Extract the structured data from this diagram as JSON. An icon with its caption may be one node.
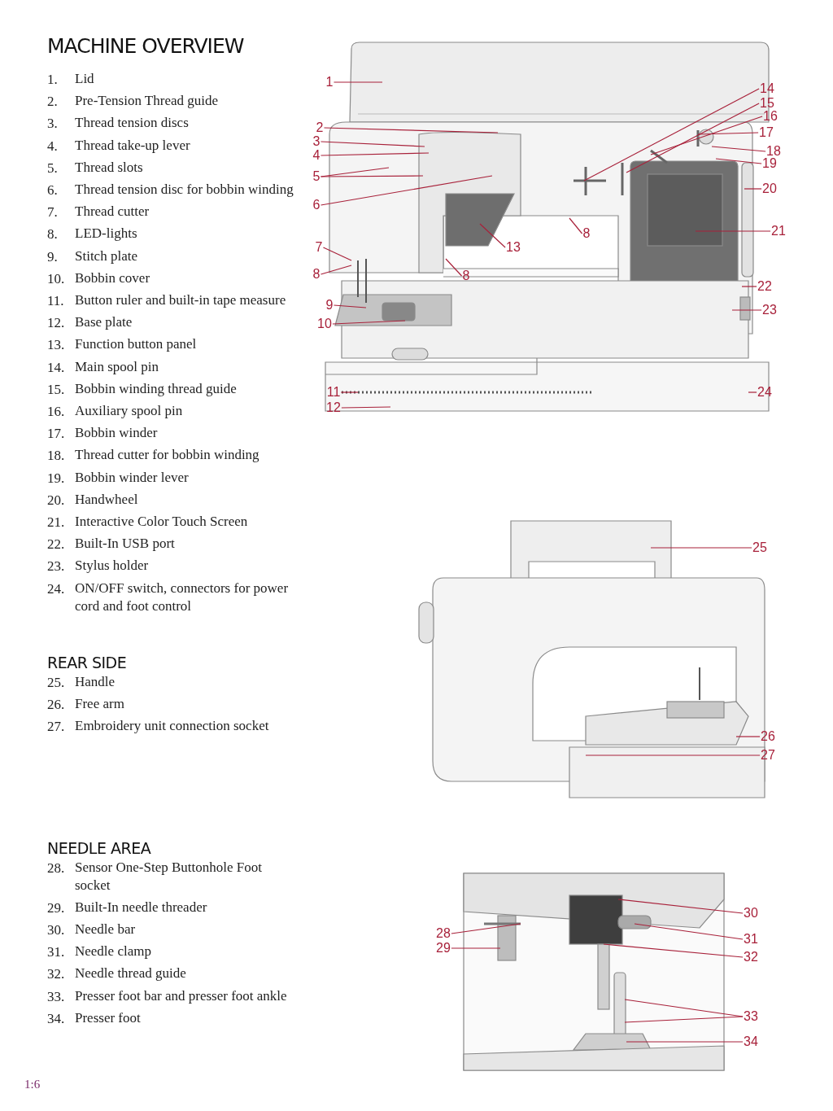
{
  "diagram": {
    "title": "MACHINE OVERVIEW",
    "nodes": [
      {
        "text": [
          "1"
        ]
      },
      {
        "text": [
          "2"
        ]
      },
      {
        "text": [
          "3"
        ]
      },
      {
        "text": [
          "4"
        ]
      },
      {
        "text": [
          "5"
        ]
      },
      {
        "text": [
          "6"
        ]
      },
      {
        "text": [
          "7"
        ]
      },
      {
        "text": [
          "8"
        ]
      },
      {
        "text": [
          "8"
        ]
      },
      {
        "text": [
          "8"
        ]
      },
      {
        "text": [
          "9"
        ]
      },
      {
        "text": [
          "10"
        ]
      },
      {
        "text": [
          "11"
        ]
      },
      {
        "text": [
          "12"
        ]
      },
      {
        "text": [
          "13"
        ]
      },
      {
        "text": [
          "14"
        ]
      },
      {
        "text": [
          "15"
        ]
      },
      {
        "text": [
          "16"
        ]
      },
      {
        "text": [
          "17"
        ]
      },
      {
        "text": [
          "18"
        ]
      },
      {
        "text": [
          "19"
        ]
      },
      {
        "text": [
          "20"
        ]
      },
      {
        "text": [
          "21"
        ]
      },
      {
        "text": [
          "22"
        ]
      },
      {
        "text": [
          "23"
        ]
      },
      {
        "text": [
          "24"
        ]
      },
      {
        "text": [
          "25"
        ]
      },
      {
        "text": [
          "26"
        ]
      },
      {
        "text": [
          "27"
        ]
      },
      {
        "text": [
          "28"
        ]
      },
      {
        "text": [
          "29"
        ]
      },
      {
        "text": [
          "30"
        ]
      },
      {
        "text": [
          "31"
        ]
      },
      {
        "text": [
          "32"
        ]
      },
      {
        "text": [
          "33"
        ]
      },
      {
        "text": [
          "34"
        ]
      }
    ],
    "edges": [
      {
        "from": 0,
        "to": null,
        "arrow": "none"
      },
      {
        "from": 1,
        "to": null,
        "arrow": "none"
      },
      {
        "from": 2,
        "to": null,
        "arrow": "none"
      },
      {
        "from": 3,
        "to": null,
        "arrow": "none"
      },
      {
        "from": 4,
        "to": null,
        "arrow": "none"
      },
      {
        "from": 4,
        "to": null,
        "arrow": "none"
      },
      {
        "from": 5,
        "to": null,
        "arrow": "none"
      },
      {
        "from": 6,
        "to": null,
        "arrow": "none"
      },
      {
        "from": 7,
        "to": null,
        "arrow": "none"
      },
      {
        "from": 8,
        "to": null,
        "arrow": "none"
      },
      {
        "from": 9,
        "to": null,
        "arrow": "none"
      },
      {
        "from": 10,
        "to": null,
        "arrow": "none"
      },
      {
        "from": 11,
        "to": null,
        "arrow": "none"
      },
      {
        "from": 12,
        "to": null,
        "arrow": "none"
      },
      {
        "from": 13,
        "to": null,
        "arrow": "none"
      },
      {
        "from": 14,
        "to": null,
        "arrow": "none"
      },
      {
        "from": 15,
        "to": null,
        "arrow": "none"
      },
      {
        "from": 16,
        "to": null,
        "arrow": "none"
      },
      {
        "from": 17,
        "to": null,
        "arrow": "none"
      },
      {
        "from": 18,
        "to": null,
        "arrow": "none"
      },
      {
        "from": 19,
        "to": null,
        "arrow": "none"
      },
      {
        "from": 20,
        "to": null,
        "arrow": "none"
      },
      {
        "from": 21,
        "to": null,
        "arrow": "none"
      },
      {
        "from": 22,
        "to": null,
        "arrow": "none"
      },
      {
        "from": 23,
        "to": null,
        "arrow": "none"
      },
      {
        "from": 24,
        "to": null,
        "arrow": "none"
      },
      {
        "from": 25,
        "to": null,
        "arrow": "none"
      },
      {
        "from": 26,
        "to": null,
        "arrow": "none"
      },
      {
        "from": 27,
        "to": null,
        "arrow": "none"
      },
      {
        "from": 28,
        "to": null,
        "arrow": "none"
      },
      {
        "from": 29,
        "to": null,
        "arrow": "none"
      },
      {
        "from": 30,
        "to": null,
        "arrow": "none"
      },
      {
        "from": 31,
        "to": null,
        "arrow": "none"
      },
      {
        "from": 32,
        "to": null,
        "arrow": "none"
      },
      {
        "from": 33,
        "to": null,
        "arrow": "none"
      },
      {
        "from": 34,
        "to": null,
        "arrow": "none"
      },
      {
        "from": 34,
        "to": null,
        "arrow": "none"
      },
      {
        "from": 35,
        "to": null,
        "arrow": "none"
      }
    ],
    "labels": [
      "1.",
      "Lid",
      "2.",
      "Pre-Tension Thread guide",
      "3.",
      "Thread tension discs",
      "4.",
      "Thread take-up lever",
      "5.",
      "Thread slots",
      "6.",
      "Thread tension disc for bobbin winding",
      "7.",
      "Thread cutter",
      "8.",
      "LED-lights",
      "9.",
      "Stitch plate",
      "10.",
      "Bobbin cover",
      "11.",
      "Button ruler and built-in tape measure",
      "12.",
      "Base plate",
      "13.",
      "Function button panel",
      "14.",
      "Main spool pin",
      "15.",
      "Bobbin winding thread guide",
      "16.",
      "Auxiliary spool pin",
      "17.",
      "Bobbin winder",
      "18.",
      "Thread cutter for bobbin winding",
      "19.",
      "Bobbin winder lever",
      "20.",
      "Handwheel",
      "21.",
      "Interactive Color Touch Screen",
      "22.",
      "Built-In USB port",
      "23.",
      "Stylus holder",
      "24.",
      "ON/OFF switch, connectors for power cord and foot control",
      "REAR SIDE",
      "25.",
      "Handle",
      "26.",
      "Free arm",
      "27.",
      "Embroidery unit connection socket",
      "NEEDLE AREA",
      "28.",
      "Sensor One-Step Buttonhole Foot socket",
      "29.",
      "Built-In needle threader",
      "30.",
      "Needle bar",
      "31.",
      "Needle clamp",
      "32.",
      "Needle thread guide",
      "33.",
      "Presser foot bar and presser foot ankle",
      "34.",
      "Presser foot",
      "1:6"
    ]
  }
}
